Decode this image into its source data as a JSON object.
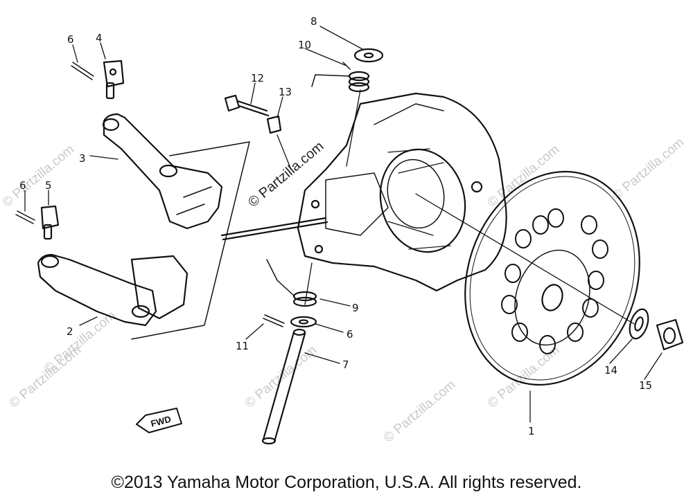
{
  "diagram": {
    "callouts": {
      "c1": "1",
      "c2": "2",
      "c3": "3",
      "c4": "4",
      "c5": "5",
      "c6a": "6",
      "c6b": "6",
      "c6c": "6",
      "c7": "7",
      "c8": "8",
      "c9": "9",
      "c10": "10",
      "c11": "11",
      "c12": "12",
      "c13": "13",
      "c14": "14",
      "c15": "15"
    },
    "fwd_label": "FWD",
    "watermark_center": "© Partzilla.com",
    "watermarks": [
      "© Partzilla.com",
      "© Partzilla.com",
      "© Partzilla.com",
      "© Partzilla.com",
      "© Partzilla.com",
      "© Partzilla.com",
      "© Partzilla.com",
      "© Partzilla.com"
    ]
  },
  "footer": {
    "copyright": "©2013 Yamaha Motor Corporation, U.S.A. All rights reserved."
  }
}
